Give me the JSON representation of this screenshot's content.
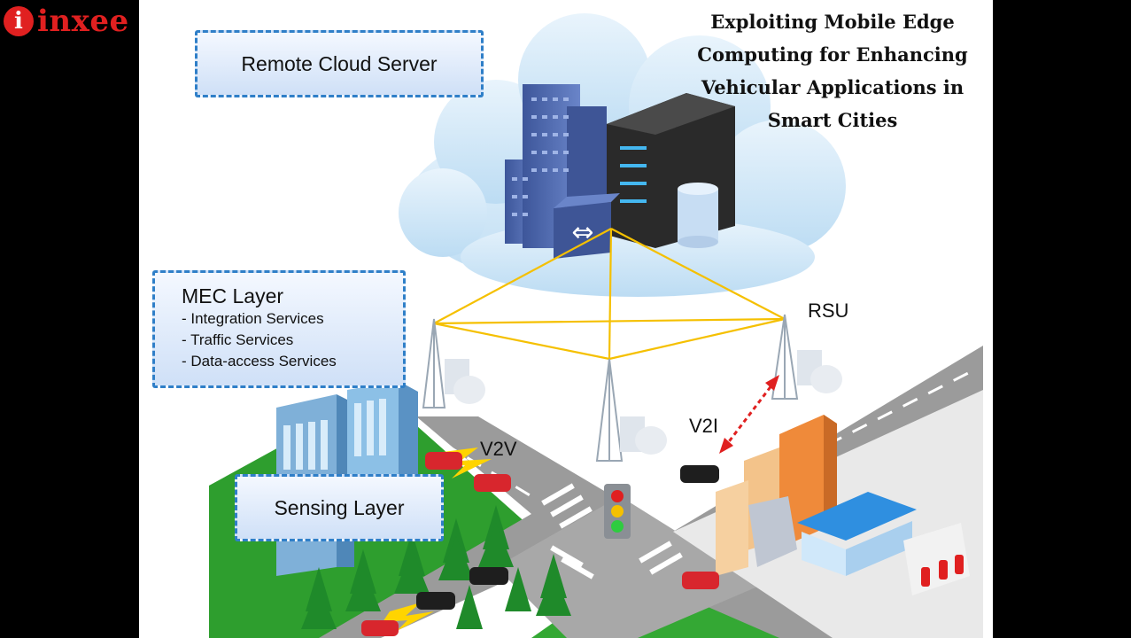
{
  "logo": {
    "badge": "i",
    "text": "inxee"
  },
  "title": [
    "Exploiting Mobile Edge",
    "Computing for Enhancing",
    "Vehicular Applications in",
    "Smart Cities"
  ],
  "labels": {
    "cloud": "Remote Cloud Server",
    "mec_heading": "MEC Layer",
    "mec_items": [
      "- Integration Services",
      "- Traffic Services",
      "- Data-access Services"
    ],
    "sensing": "Sensing Layer",
    "rsu": "RSU",
    "v2v": "V2V",
    "v2i": "V2I"
  },
  "colors": {
    "link_lines": "#f5c000",
    "v2i_arrow": "#e02020",
    "frame_border": "#2f7fc8",
    "grass": "#2e9e2e",
    "road": "#9b9b9b",
    "building_blue": "#4a63a8",
    "car_red": "#d8262d",
    "traffic_light_green": "#2ecc40"
  }
}
